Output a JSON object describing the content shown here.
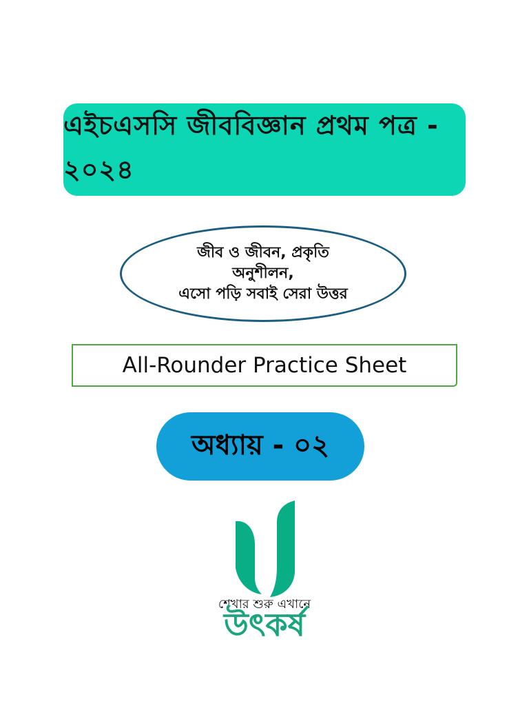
{
  "header": {
    "title": "এইচএসসি জীববিজ্ঞান প্রথম পত্র - ২০২৪"
  },
  "subject": {
    "line1": "জীব ও জীবন, প্রকৃতি",
    "line2": "অনুশীলন,",
    "line3": "এসো পড়ি সবাই সেরা উত্তর"
  },
  "sheet": {
    "label": "All-Rounder Practice Sheet"
  },
  "chapter": {
    "label": "অধ্যায় - ০২"
  },
  "brand": {
    "tagline": "শেখার শুরু এখানে",
    "wordmark": "উৎকর্ষ",
    "color_primary": "#0aae86",
    "color_secondary": "#1aa57e"
  },
  "colors": {
    "banner": "#0cd6b4",
    "ellipse_border": "#1b5e82",
    "sheet_border": "#4ea93a",
    "chapter_pill": "#139fd8"
  }
}
